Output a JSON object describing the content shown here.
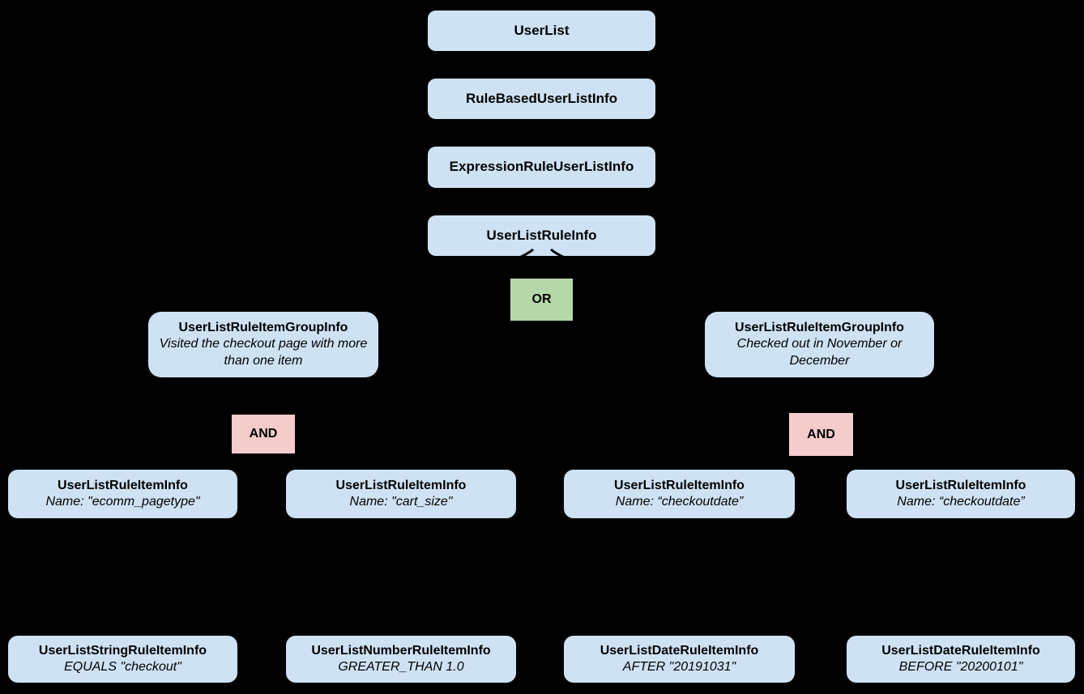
{
  "colors": {
    "node_fill": "#cfe2f3",
    "or_fill": "#b6d7a8",
    "and_fill": "#f4cccc",
    "background": "#000000",
    "text": "#000000",
    "connector": "#000000"
  },
  "nodes": {
    "chain": [
      {
        "label": "UserList"
      },
      {
        "label": "RuleBasedUserListInfo"
      },
      {
        "label": "ExpressionRuleUserListInfo"
      },
      {
        "label": "UserListRuleInfo"
      }
    ],
    "or": {
      "label": "OR"
    },
    "groups": [
      {
        "title": "UserListRuleItemGroupInfo",
        "subtitle": "Visited the checkout page with more than one item",
        "operator": "AND"
      },
      {
        "title": "UserListRuleItemGroupInfo",
        "subtitle": "Checked out in November or December",
        "operator": "AND"
      }
    ],
    "rule_items": [
      {
        "title": "UserListRuleItemInfo",
        "subtitle": "Name: \"ecomm_pagetype\""
      },
      {
        "title": "UserListRuleItemInfo",
        "subtitle": "Name: \"cart_size\""
      },
      {
        "title": "UserListRuleItemInfo",
        "subtitle": "Name: “checkoutdate”"
      },
      {
        "title": "UserListRuleItemInfo",
        "subtitle": "Name: “checkoutdate”"
      }
    ],
    "leaf_items": [
      {
        "title": "UserListStringRuleItemInfo",
        "subtitle": "EQUALS \"checkout\""
      },
      {
        "title": "UserListNumberRuleItemInfo",
        "subtitle": "GREATER_THAN 1.0"
      },
      {
        "title": "UserListDateRuleItemInfo",
        "subtitle": "AFTER \"20191031\""
      },
      {
        "title": "UserListDateRuleItemInfo",
        "subtitle": "BEFORE \"20200101\""
      }
    ]
  }
}
